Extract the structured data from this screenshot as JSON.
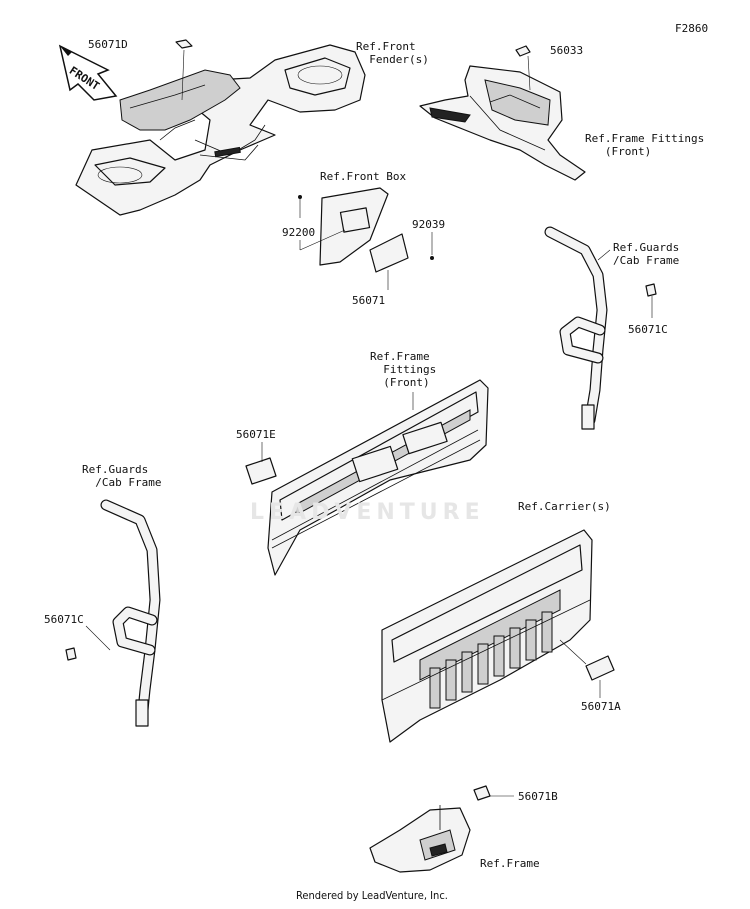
{
  "diagram_code": "F2860",
  "footer": "Rendered by LeadVenture, Inc.",
  "watermark": "LEADVENTURE",
  "front_arrow": "FRONT",
  "labels": {
    "p56071D": "56071D",
    "ref_front_fender": "Ref.Front\n  Fender(s)",
    "p56033": "56033",
    "ref_frame_fittings_front": "Ref.Frame Fittings\n   (Front)",
    "ref_front_box": "Ref.Front Box",
    "p92200": "92200",
    "p92039": "92039",
    "p56071": "56071",
    "ref_guards_right": "Ref.Guards\n/Cab Frame",
    "p56071C_right": "56071C",
    "ref_frame_fittings_center": "Ref.Frame\n  Fittings\n  (Front)",
    "p56071E": "56071E",
    "ref_guards_left": "Ref.Guards\n  /Cab Frame",
    "p56071C_left": "56071C",
    "ref_carrier": "Ref.Carrier(s)",
    "p56071A": "56071A",
    "p56071B": "56071B",
    "ref_frame": "Ref.Frame"
  }
}
